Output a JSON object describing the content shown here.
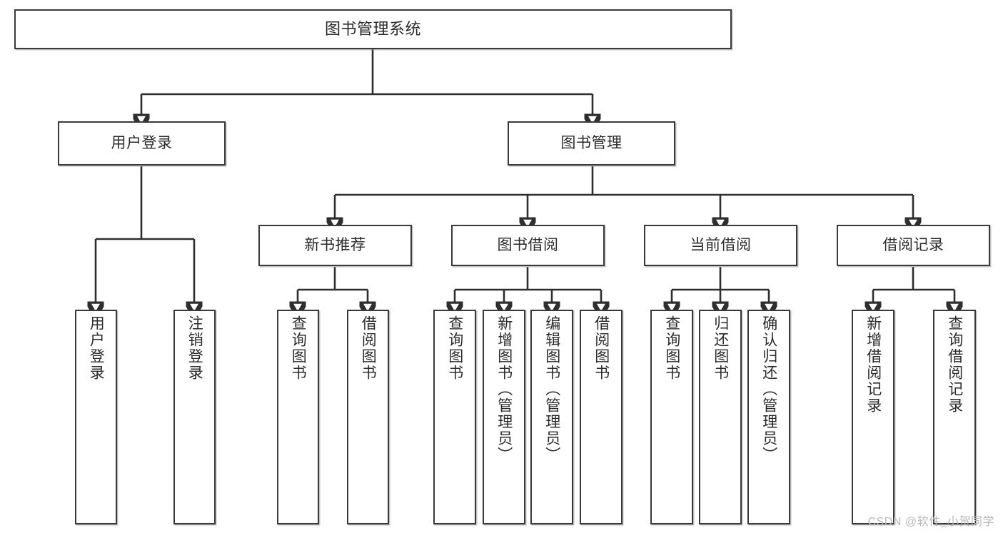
{
  "diagram": {
    "title": "图书管理系统",
    "type": "tree",
    "watermark": "CSDN @软件_小贺同学",
    "accent_color": "#3a3a3a",
    "background_color": "#ffffff",
    "root": {
      "label": "图书管理系统"
    },
    "level2": [
      {
        "label": "用户登录"
      },
      {
        "label": "图书管理"
      }
    ],
    "level3": [
      {
        "label": "新书推荐"
      },
      {
        "label": "图书借阅"
      },
      {
        "label": "当前借阅"
      },
      {
        "label": "借阅记录"
      }
    ],
    "leaves": {
      "user_login": [
        {
          "label": "用户登录"
        },
        {
          "label": "注销登录"
        }
      ],
      "new_book_recommend": [
        {
          "label": "查询图书"
        },
        {
          "label": "借阅图书"
        }
      ],
      "book_borrow": [
        {
          "label": "查询图书"
        },
        {
          "label": "新增图书（管理员）"
        },
        {
          "label": "编辑图书（管理员）"
        },
        {
          "label": "借阅图书"
        }
      ],
      "current_borrow": [
        {
          "label": "查询图书"
        },
        {
          "label": "归还图书"
        },
        {
          "label": "确认归还（管理员）"
        }
      ],
      "borrow_record": [
        {
          "label": "新增借阅记录"
        },
        {
          "label": "查询借阅记录"
        }
      ]
    }
  }
}
